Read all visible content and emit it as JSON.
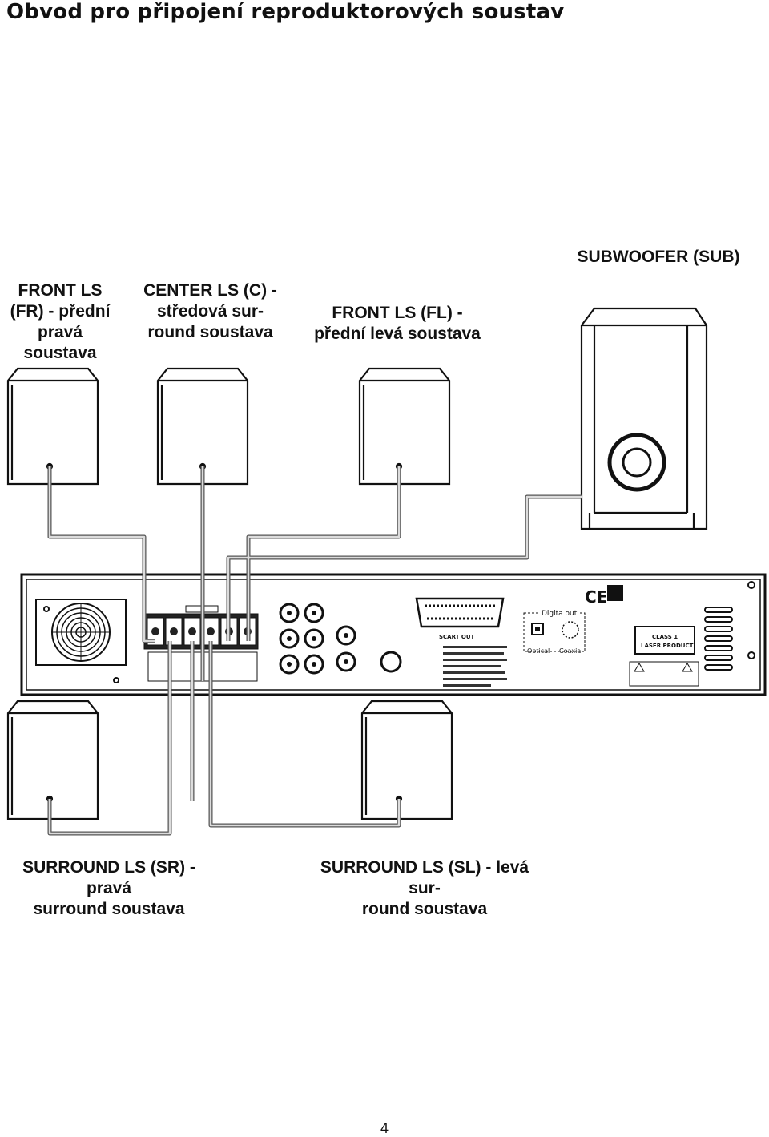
{
  "title": "Obvod pro připojení reproduktorových soustav",
  "labels": {
    "front_right": [
      "FRONT LS",
      "(FR) - přední",
      "pravá soustava"
    ],
    "center": [
      "CENTER LS (C) -",
      "středová sur-",
      "round soustava"
    ],
    "front_left": [
      "FRONT LS (FL) -",
      "přední levá soustava"
    ],
    "subwoofer": [
      "SUBWOOFER (SUB)"
    ],
    "surround_right": [
      "SURROUND LS (SR) - pravá",
      "surround soustava"
    ],
    "surround_left": [
      "SURROUND LS (SL) - levá sur-",
      "round soustava"
    ]
  },
  "panel_text": {
    "digital_out": "Digita out",
    "optical": "Optical",
    "coaxial": "Coaxial",
    "class1": "CLASS 1",
    "laser": "LASER PRODUCT",
    "scart": "SCART OUT",
    "ce": "CE"
  },
  "page_number": "4"
}
